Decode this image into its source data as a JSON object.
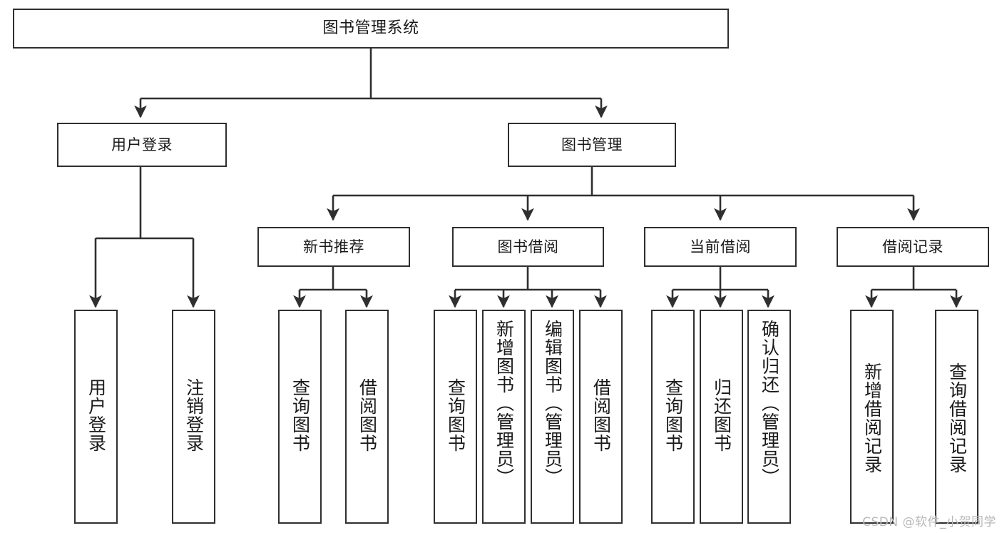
{
  "diagram": {
    "title": "图书管理系统",
    "watermark": "CSDN @软件_小贺同学",
    "stroke_color": "#2f2f2f",
    "fill_color": "#ffffff",
    "text_color": "#1a1a1a",
    "watermark_color": "#b9b9b9"
  },
  "nodes": {
    "root": {
      "label": "图书管理系统"
    },
    "level2": [
      {
        "label": "用户登录"
      },
      {
        "label": "图书管理"
      }
    ],
    "level3": [
      {
        "label": "新书推荐"
      },
      {
        "label": "图书借阅"
      },
      {
        "label": "当前借阅"
      },
      {
        "label": "借阅记录"
      }
    ],
    "leaves": {
      "user_login": [
        {
          "label": "用户登录"
        },
        {
          "label": "注销登录"
        }
      ],
      "new_book_recommend": [
        {
          "label": "查询图书"
        },
        {
          "label": "借阅图书"
        }
      ],
      "book_borrow": [
        {
          "label": "查询图书"
        },
        {
          "label": "新增图书（管理员）"
        },
        {
          "label": "编辑图书（管理员）"
        },
        {
          "label": "借阅图书"
        }
      ],
      "current_borrow": [
        {
          "label": "查询图书"
        },
        {
          "label": "归还图书"
        },
        {
          "label": "确认归还（管理员）"
        }
      ],
      "borrow_records": [
        {
          "label": "新增借阅记录"
        },
        {
          "label": "查询借阅记录"
        }
      ]
    }
  }
}
